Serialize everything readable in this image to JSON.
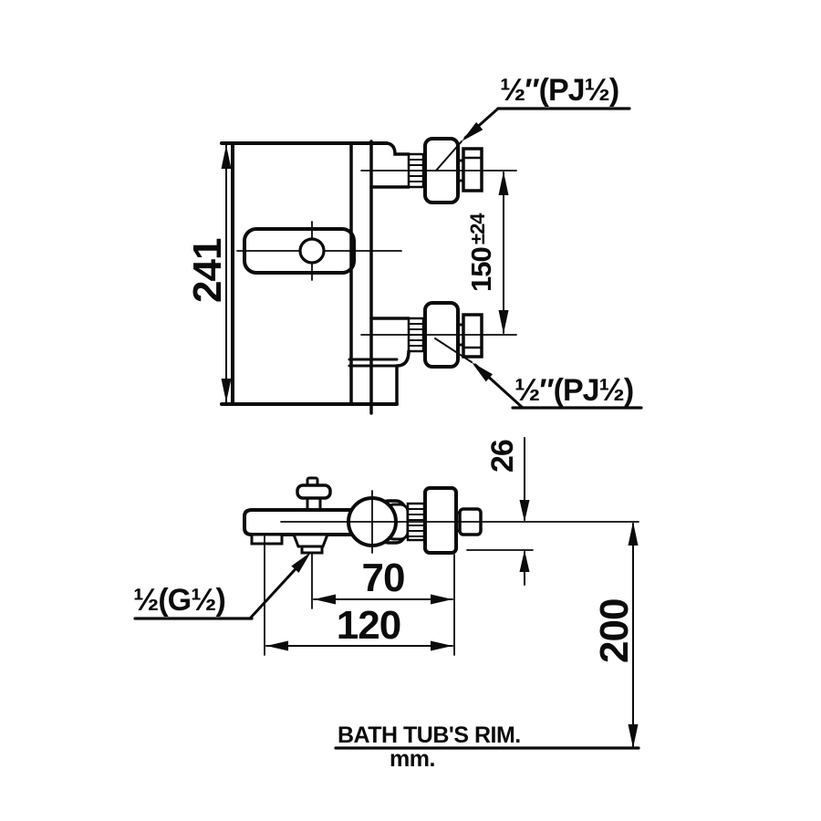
{
  "drawing": {
    "front": {
      "height": "241",
      "spacing": "150",
      "spacing_tol": "±24",
      "inlet_top_label": "½″(PJ½)",
      "inlet_bottom_label": "½″(PJ½)"
    },
    "side": {
      "offset_below_center": "26",
      "valve_to_wall": "70",
      "spout_to_wall": "120",
      "height_above_rim": "200",
      "outlet_label": "½(G½)"
    },
    "footer": {
      "rim_label": "BATH TUB'S RIM.",
      "unit_label": "mm."
    },
    "colors": {
      "ink": "#0b0b0b",
      "background": "#ffffff"
    }
  }
}
